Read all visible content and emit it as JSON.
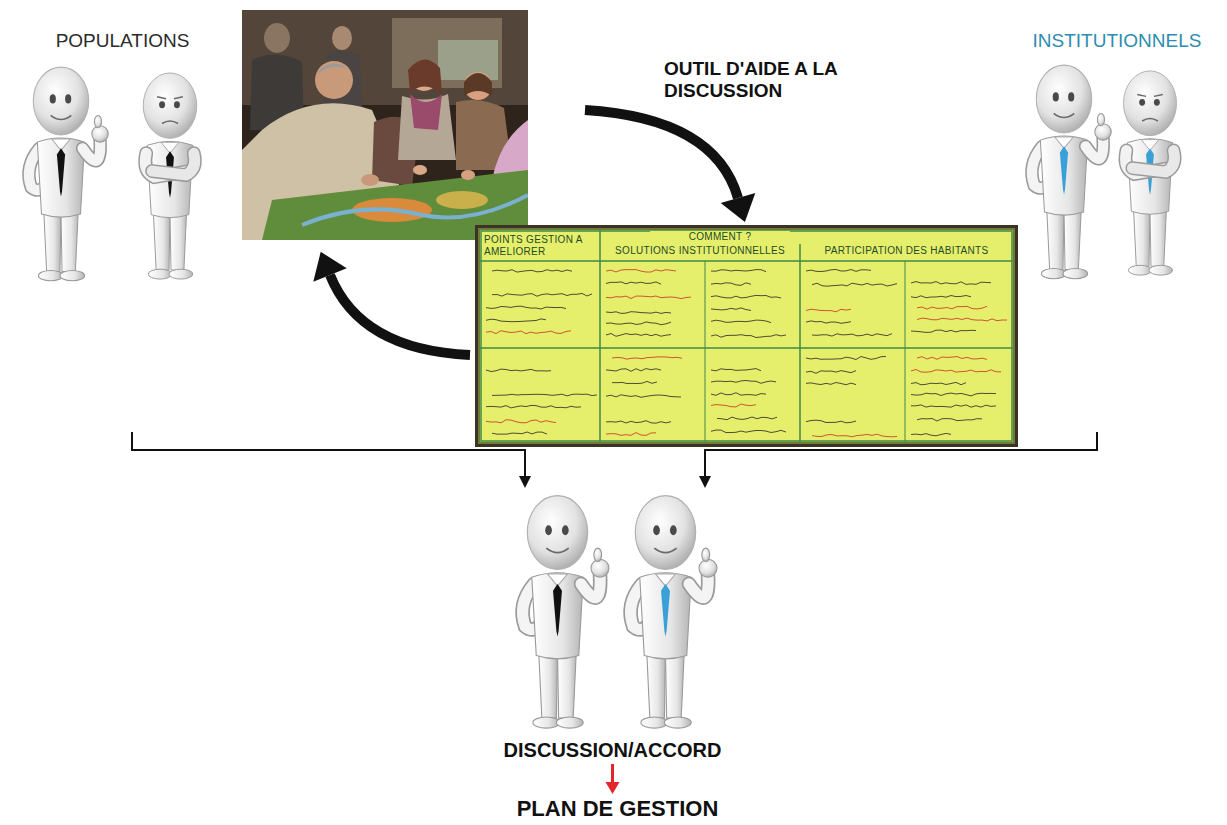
{
  "diagram": {
    "nodes": [
      {
        "text": [
          "POPULATIONS"
        ]
      },
      {
        "text": [
          "INSTITUTIONNELS"
        ]
      },
      {
        "text": [
          "COMMENT ?",
          "POINTS GESTION A AMELIORER",
          "SOLUTIONS INSTITUTIONNELLES",
          "PARTICIPATION DES HABITANTS"
        ]
      },
      {
        "text": [
          "DISCUSSION/ACCORD"
        ]
      },
      {
        "text": [
          "PLAN DE GESTION"
        ]
      }
    ],
    "edges": [
      {
        "from": 0,
        "to": 3,
        "arrow": "to"
      },
      {
        "from": 1,
        "to": 3,
        "arrow": "to"
      },
      {
        "from": 3,
        "to": 4,
        "arrow": "to"
      }
    ],
    "labels": [
      "OUTIL D'AIDE A LA DISCUSSION"
    ]
  }
}
